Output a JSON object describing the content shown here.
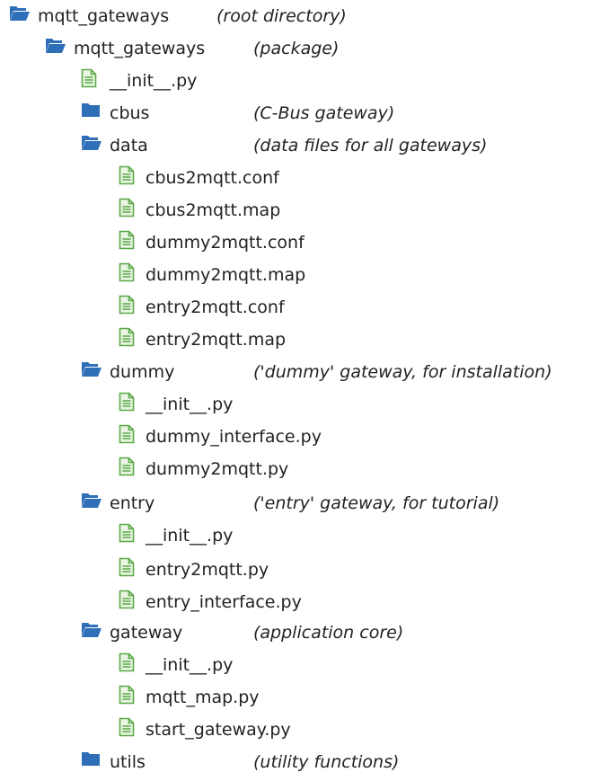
{
  "tree": [
    {
      "name": "mqtt_gateways",
      "note": "(root directory)",
      "icon": "folder-open-icon"
    },
    {
      "name": "mqtt_gateways",
      "note": "(package)",
      "icon": "folder-open-icon"
    },
    {
      "name": "__init__.py",
      "note": "",
      "icon": "file-icon"
    },
    {
      "name": "cbus",
      "note": "(C-Bus gateway)",
      "icon": "folder-closed-icon"
    },
    {
      "name": "data",
      "note": "(data files for all gateways)",
      "icon": "folder-open-icon"
    },
    {
      "name": "cbus2mqtt.conf",
      "note": "",
      "icon": "file-icon"
    },
    {
      "name": "cbus2mqtt.map",
      "note": "",
      "icon": "file-icon"
    },
    {
      "name": "dummy2mqtt.conf",
      "note": "",
      "icon": "file-icon"
    },
    {
      "name": "dummy2mqtt.map",
      "note": "",
      "icon": "file-icon"
    },
    {
      "name": "entry2mqtt.conf",
      "note": "",
      "icon": "file-icon"
    },
    {
      "name": "entry2mqtt.map",
      "note": "",
      "icon": "file-icon"
    },
    {
      "name": "dummy",
      "note": "('dummy' gateway, for installation)",
      "icon": "folder-open-icon"
    },
    {
      "name": "__init__.py",
      "note": "",
      "icon": "file-icon"
    },
    {
      "name": "dummy_interface.py",
      "note": "",
      "icon": "file-icon"
    },
    {
      "name": "dummy2mqtt.py",
      "note": "",
      "icon": "file-icon"
    },
    {
      "name": "entry",
      "note": "('entry' gateway, for tutorial)",
      "icon": "folder-open-icon"
    },
    {
      "name": "__init__.py",
      "note": "",
      "icon": "file-icon"
    },
    {
      "name": "entry2mqtt.py",
      "note": "",
      "icon": "file-icon"
    },
    {
      "name": "entry_interface.py",
      "note": "",
      "icon": "file-icon"
    },
    {
      "name": "gateway",
      "note": "(application core)",
      "icon": "folder-open-icon"
    },
    {
      "name": "__init__.py",
      "note": "",
      "icon": "file-icon"
    },
    {
      "name": "mqtt_map.py",
      "note": "",
      "icon": "file-icon"
    },
    {
      "name": "start_gateway.py",
      "note": "",
      "icon": "file-icon"
    },
    {
      "name": "utils",
      "note": "(utility functions)",
      "icon": "folder-closed-icon"
    }
  ],
  "colors": {
    "folder": "#2f6fb8",
    "file_stroke": "#5aa847",
    "file_fill": "#eaf5e4"
  }
}
